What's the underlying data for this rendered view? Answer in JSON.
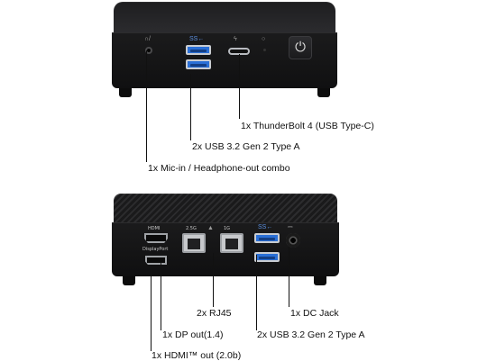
{
  "front_view": {
    "callouts": {
      "thunderbolt": "1x ThunderBolt 4 (USB Type-C)",
      "usb": "2x USB 3.2 Gen 2 Type A",
      "audio": "1x Mic-in / Headphone-out combo"
    },
    "glyphs": {
      "audio": "∩/",
      "thunderbolt": "ϟ",
      "usb_logo": "SS←",
      "power": "⏻"
    }
  },
  "rear_view": {
    "port_labels": {
      "hdmi": "HDMI",
      "displayport": "DisplayPort",
      "lan_2_5g": "2.5G",
      "lan_1g": "1G",
      "usb_logo": "SS←",
      "dc": "⎓"
    },
    "callouts": {
      "rj45": "2x RJ45",
      "dc_jack": "1x DC Jack",
      "dp_out": "1x DP out(1.4)",
      "usb": "2x USB 3.2 Gen 2 Type A",
      "hdmi_out": "1x HDMI™ out (2.0b)"
    }
  }
}
